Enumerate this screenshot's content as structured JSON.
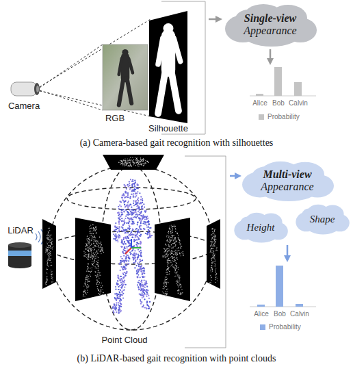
{
  "diagram": {
    "nodes": [
      {
        "text": [
          "Single-view",
          "Appearance"
        ]
      },
      {
        "text": [
          "Multi-view",
          "Appearance"
        ]
      },
      {
        "text": [
          "Shape"
        ]
      },
      {
        "text": [
          "Height"
        ]
      }
    ],
    "labels": [
      "Camera",
      "RGB",
      "Silhouette",
      "Alice",
      "Bob",
      "Calvin",
      "(a) Camera-based gait recognition with silhouettes",
      "LiDAR",
      "Point Cloud",
      "Alice",
      "Bob",
      "Calvin",
      "(b) LiDAR-based gait recognition with point clouds"
    ],
    "legend": [
      {
        "text": "Probability",
        "color": "#c4c4c4"
      },
      {
        "text": "Probability",
        "color": "#8eaee6"
      }
    ]
  }
}
